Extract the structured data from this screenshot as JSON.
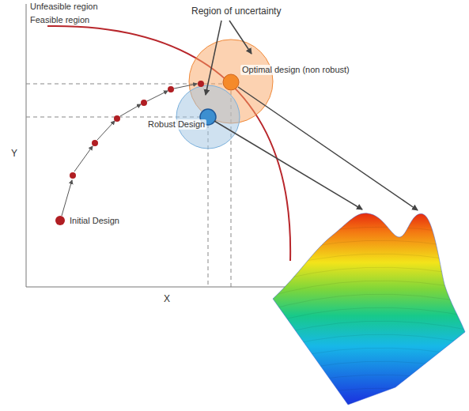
{
  "diagram": {
    "labels": [
      "Unfeasible region",
      "Feasible region",
      "Region of uncertainty",
      "Optimal design (non robust)",
      "Robust Design",
      "Initial Design",
      "Y",
      "X"
    ]
  }
}
